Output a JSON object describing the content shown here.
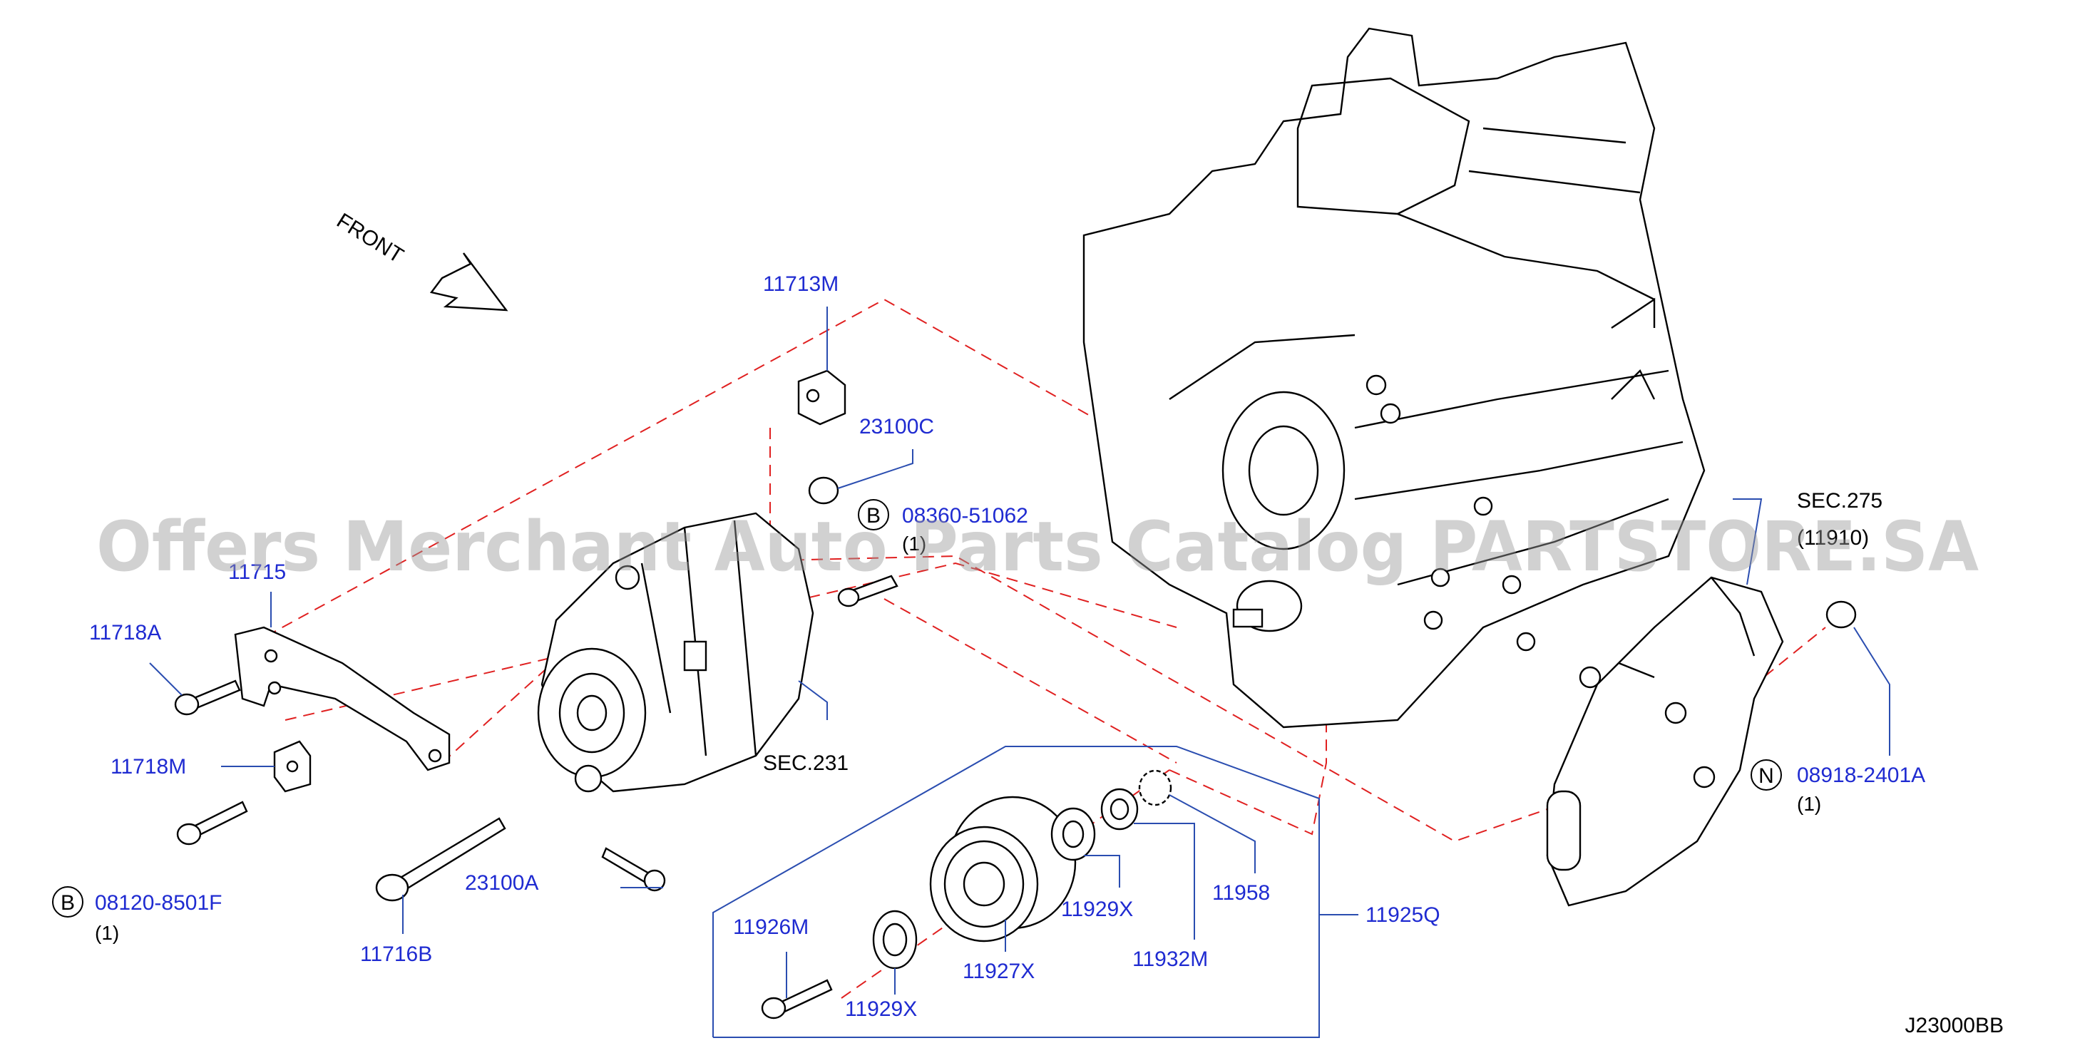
{
  "diagram": {
    "front_label": "FRONT",
    "drawing_code": "J23000BB",
    "watermark": "Offers Merchant Auto Parts Catalog PARTSTORE.SA",
    "colors": {
      "part_label": "#1f2bd1",
      "leader": "#2a4db0",
      "phantom": "#e02020",
      "ink": "#000000"
    },
    "part_labels": {
      "p11713M": "11713M",
      "p23100C": "23100C",
      "p08360": "08360-51062",
      "p08360_qty": "(1)",
      "p11715": "11715",
      "p11718A": "11718A",
      "p11718M": "11718M",
      "p08120": "08120-8501F",
      "p08120_qty": "(1)",
      "p11716B": "11716B",
      "p23100A": "23100A",
      "p11926M": "11926M",
      "p11929X_a": "11929X",
      "p11927X": "11927X",
      "p11929X_b": "11929X",
      "p11932M": "11932M",
      "p11958": "11958",
      "p11925Q": "11925Q",
      "p08918": "08918-2401A",
      "p08918_qty": "(1)"
    },
    "section_refs": {
      "sec231": "SEC.231",
      "sec275": "SEC.275",
      "sec275_sub": "(11910)"
    },
    "badges": {
      "b1": "B",
      "b2": "B",
      "n1": "N"
    }
  }
}
